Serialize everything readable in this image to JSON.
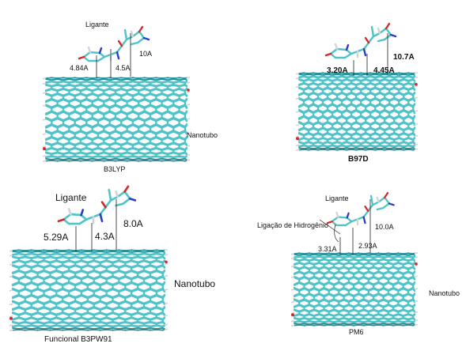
{
  "panels": {
    "b3lyp": {
      "ligand_label": "Ligante",
      "d1": "4.84A",
      "d2": "4.5A",
      "d3": "10A",
      "tube_label": "Nanotubo",
      "method": "B3LYP"
    },
    "b97d": {
      "d1": "3.20A",
      "d2": "4.45A",
      "d3": "10.7A",
      "method": "B97D"
    },
    "b3pw91": {
      "ligand_label": "Ligante",
      "d1": "5.29A",
      "d2": "4.3A",
      "d3": "8.0A",
      "tube_label": "Nanotubo",
      "method": "Funcional  B3PW91"
    },
    "pm6": {
      "ligand_label": "Ligante",
      "hbond_label": "Ligação de Hidrogênio",
      "d1": "3.31A",
      "d2": "2.93A",
      "d3": "10.0A",
      "tube_label": "Nanotubo",
      "method": "PM6"
    }
  },
  "colors": {
    "carbon": "#4fc3c8",
    "carbon_dark": "#2a8f96",
    "oxygen": "#d6272a",
    "nitrogen": "#2c3cc4",
    "hydrogen": "#d0d4d6",
    "line": "#222222"
  }
}
